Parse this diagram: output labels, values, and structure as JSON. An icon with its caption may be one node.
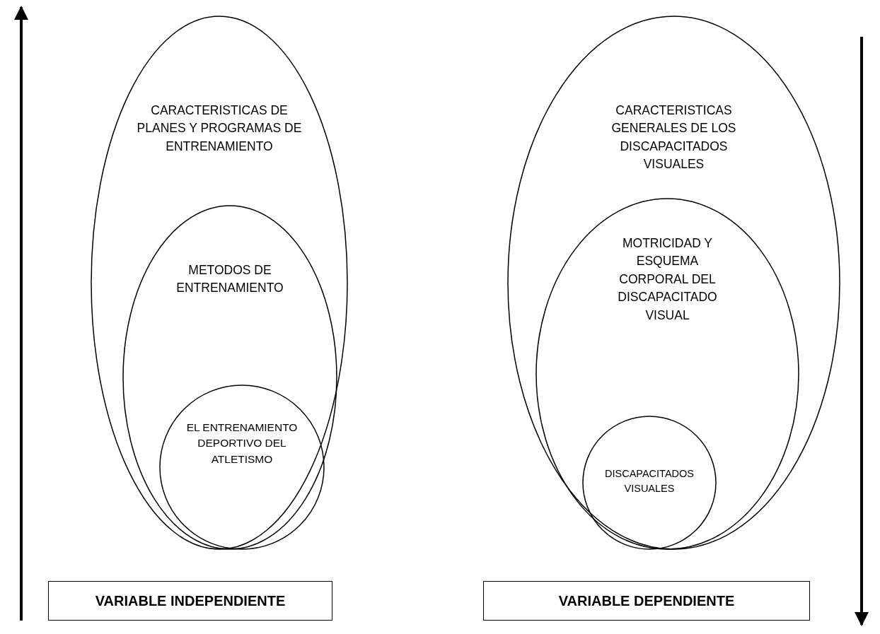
{
  "diagram": {
    "nodes": [
      {
        "text": [
          "CARACTERISTICAS DE PLANES Y PROGRAMAS DE ENTRENAMIENTO"
        ]
      },
      {
        "text": [
          "METODOS DE ENTRENAMIENTO"
        ],
        "in": 0
      },
      {
        "text": [
          "EL ENTRENAMIENTO DEPORTIVO DEL ATLETISMO"
        ],
        "in": 1
      },
      {
        "text": [
          "CARACTERISTICAS GENERALES DE LOS DISCAPACITADOS VISUALES"
        ]
      },
      {
        "text": [
          "MOTRICIDAD Y ESQUEMA CORPORAL DEL DISCAPACITADO VISUAL"
        ],
        "in": 3
      },
      {
        "text": [
          "DISCAPACITADOS VISUALES"
        ],
        "in": 4
      },
      {
        "text": [
          "VARIABLE INDEPENDIENTE"
        ]
      },
      {
        "text": [
          "VARIABLE DEPENDIENTE"
        ]
      }
    ]
  }
}
